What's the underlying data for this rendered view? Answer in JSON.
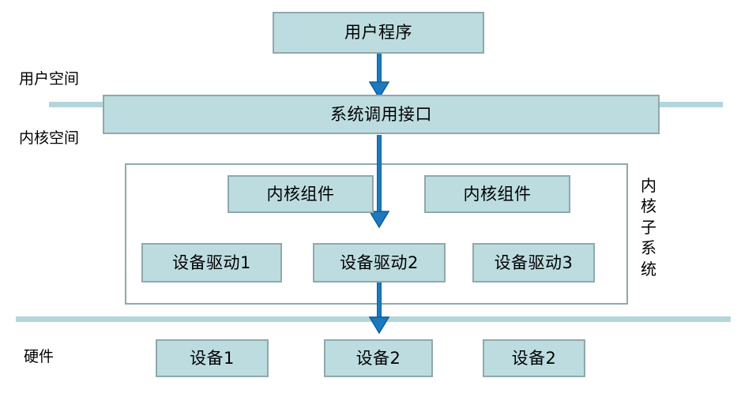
{
  "diagram": {
    "title": "Linux kernel architecture layers",
    "colors": {
      "box_fill": "#bcdce0",
      "box_border": "#8fa9ab",
      "divider": "#b3d6dc",
      "arrow": "#1b79c0",
      "arrow_stroke": "#115e96",
      "text": "#000000",
      "background": "#ffffff"
    },
    "layer_labels": [
      {
        "id": "user-space",
        "text": "用户空间"
      },
      {
        "id": "kernel-space",
        "text": "内核空间"
      },
      {
        "id": "hardware",
        "text": "硬件"
      }
    ],
    "nodes": {
      "user_program": "用户程序",
      "syscall_interface": "系统调用接口",
      "kernel_components": [
        "内核组件",
        "内核组件"
      ],
      "device_drivers": [
        "设备驱动1",
        "设备驱动2",
        "设备驱动3"
      ],
      "devices": [
        "设备1",
        "设备2",
        "设备2"
      ]
    },
    "group_label": {
      "id": "kernel-subsystem",
      "text": "内核子系统",
      "chars": [
        "内",
        "核",
        "子",
        "系",
        "统"
      ]
    },
    "arrows": [
      {
        "id": "user-program-to-syscall",
        "from": "用户程序",
        "to": "系统调用接口"
      },
      {
        "id": "syscall-to-driver2",
        "from": "系统调用接口",
        "to": "设备驱动2"
      },
      {
        "id": "driver2-to-device2",
        "from": "设备驱动2",
        "to": "设备2"
      }
    ]
  }
}
